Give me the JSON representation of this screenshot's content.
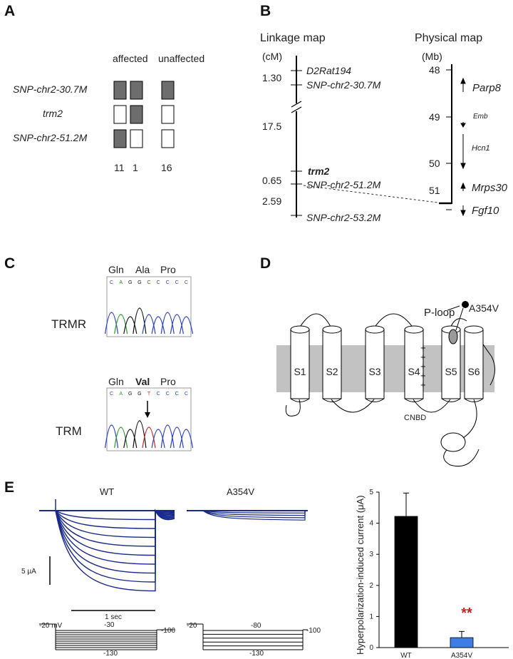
{
  "panels": {
    "a": "A",
    "b": "B",
    "c": "C",
    "d": "D",
    "e": "E"
  },
  "panel_a": {
    "col_affected": "affected",
    "col_unaffected": "unaffected",
    "rows": [
      "SNP-chr2-30.7M",
      "trm2",
      "SNP-chr2-51.2M"
    ],
    "counts": [
      "11",
      "1",
      "16"
    ],
    "genotypes": [
      [
        true,
        true,
        true
      ],
      [
        false,
        true,
        false
      ],
      [
        true,
        false,
        false
      ]
    ],
    "fill_color": "#6d6d6d"
  },
  "panel_b": {
    "title_linkage": "Linkage map",
    "title_physical": "Physical map",
    "unit_cm": "(cM)",
    "unit_mb": "(Mb)",
    "markers": [
      "D2Rat194",
      "SNP-chr2-30.7M",
      "trm2",
      "SNP-chr2-51.2M",
      "SNP-chr2-53.2M"
    ],
    "distances": [
      "1.30",
      "17.5",
      "0.65",
      "2.59"
    ],
    "mb_ticks": [
      "48",
      "49",
      "50",
      "51"
    ],
    "genes": [
      "Parp8",
      "Emb",
      "Hcn1",
      "Mrps30",
      "Fgf10"
    ]
  },
  "panel_c": {
    "codons_top": [
      "Gln",
      "Ala",
      "Pro"
    ],
    "codons_bottom": [
      "Gln",
      "Val",
      "Pro"
    ],
    "seq_top": [
      "C",
      "A",
      "G",
      "G",
      "C",
      "C",
      "C",
      "C",
      "C"
    ],
    "seq_bottom": [
      "C",
      "A",
      "G",
      "G",
      "T",
      "C",
      "C",
      "C",
      "C"
    ],
    "label_top": "TRMR",
    "label_bottom": "TRM"
  },
  "panel_d": {
    "segments": [
      "S1",
      "S2",
      "S3",
      "S4",
      "S5",
      "S6"
    ],
    "ploop": "P-loop",
    "mutation": "A354V",
    "cnbd": "CNBD",
    "charges": [
      "+",
      "+",
      "+",
      "+",
      "+"
    ]
  },
  "panel_e": {
    "trace_wt": "WT",
    "trace_mut": "A354V",
    "scale_current": "5 µA",
    "scale_time": "1 sec",
    "protocol_wt": {
      "hold": "-20 mV",
      "top": "-30",
      "end": "-100",
      "bottom": "-130"
    },
    "protocol_mut": {
      "hold": "-20",
      "top": "-80",
      "end": "-100",
      "bottom": "-130"
    },
    "trace_color": "#1a2a8c"
  },
  "chart_data": {
    "type": "bar",
    "categories": [
      "WT",
      "A354V"
    ],
    "values": [
      4.22,
      0.32
    ],
    "errors": [
      0.75,
      0.2
    ],
    "colors": [
      "#000000",
      "#3d7ee6"
    ],
    "ylabel": "Hyperpolarization-induced current (μA)",
    "ylim": [
      0,
      5
    ],
    "yticks": [
      "0",
      "1",
      "2",
      "3",
      "4",
      "5"
    ],
    "annotation": "**",
    "annotation_color": "#cc2222"
  }
}
